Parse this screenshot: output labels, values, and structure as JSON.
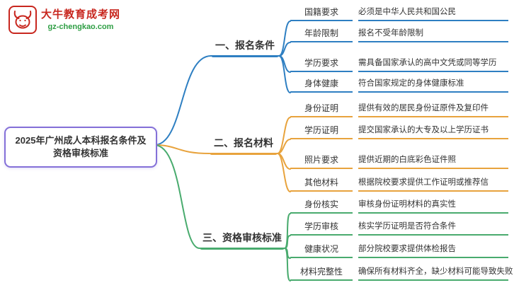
{
  "logo": {
    "site_name": "大牛教育成考网",
    "site_url": "gz-chengkao.com",
    "bull_icon": "bull-head"
  },
  "root": {
    "title": "2025年广州成人本科报名条件及资格审核标准"
  },
  "colors": {
    "branch1": "#2e7fc2",
    "branch2": "#e8a33d",
    "branch3": "#49ab6e",
    "root_border": "#8470d8",
    "logo_red": "#c8271f",
    "logo_green": "#2e9e44"
  },
  "branches": [
    {
      "label": "一、报名条件",
      "color": "#2e7fc2",
      "items": [
        {
          "label": "国籍要求",
          "value": "必须是中华人民共和国公民"
        },
        {
          "label": "年龄限制",
          "value": "报名不受年龄限制"
        },
        {
          "label": "学历要求",
          "value": "需具备国家承认的高中文凭或同等学历"
        },
        {
          "label": "身体健康",
          "value": "符合国家规定的身体健康标准"
        }
      ]
    },
    {
      "label": "二、报名材料",
      "color": "#e8a33d",
      "items": [
        {
          "label": "身份证明",
          "value": "提供有效的居民身份证原件及复印件"
        },
        {
          "label": "学历证明",
          "value": "提交国家承认的大专及以上学历证书"
        },
        {
          "label": "照片要求",
          "value": "提供近期的白底彩色证件照"
        },
        {
          "label": "其他材料",
          "value": "根据院校要求提供工作证明或推荐信"
        }
      ]
    },
    {
      "label": "三、资格审核标准",
      "color": "#49ab6e",
      "items": [
        {
          "label": "身份核实",
          "value": "审核身份证明材料的真实性"
        },
        {
          "label": "学历审核",
          "value": "核实学历证明是否符合条件"
        },
        {
          "label": "健康状况",
          "value": "部分院校要求提供体检报告"
        },
        {
          "label": "材料完整性",
          "value": "确保所有材料齐全，缺少材料可能导致失败"
        }
      ]
    }
  ]
}
